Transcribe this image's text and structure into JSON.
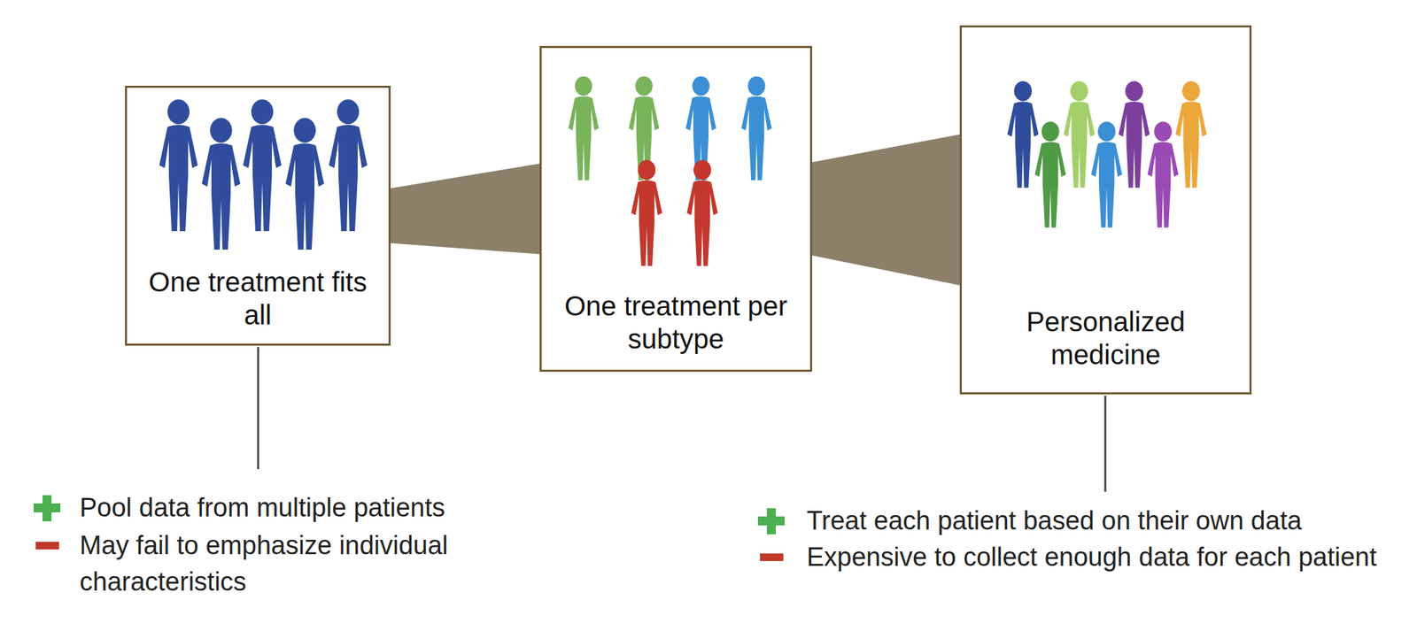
{
  "diagram": {
    "nodes": [
      {
        "text": [
          "One treatment fits all"
        ]
      },
      {
        "text": [
          "One treatment per subtype"
        ]
      },
      {
        "text": [
          "Personalized medicine"
        ]
      }
    ],
    "edges": [
      {
        "from": 0,
        "to": 1,
        "arrow": "none"
      },
      {
        "from": 1,
        "to": 2,
        "arrow": "none"
      }
    ],
    "labels": [
      "Pool data from multiple patients",
      "May fail to emphasize individual characteristics",
      "Treat each patient based on their own data",
      "Expensive to collect enough data for each patient"
    ]
  }
}
